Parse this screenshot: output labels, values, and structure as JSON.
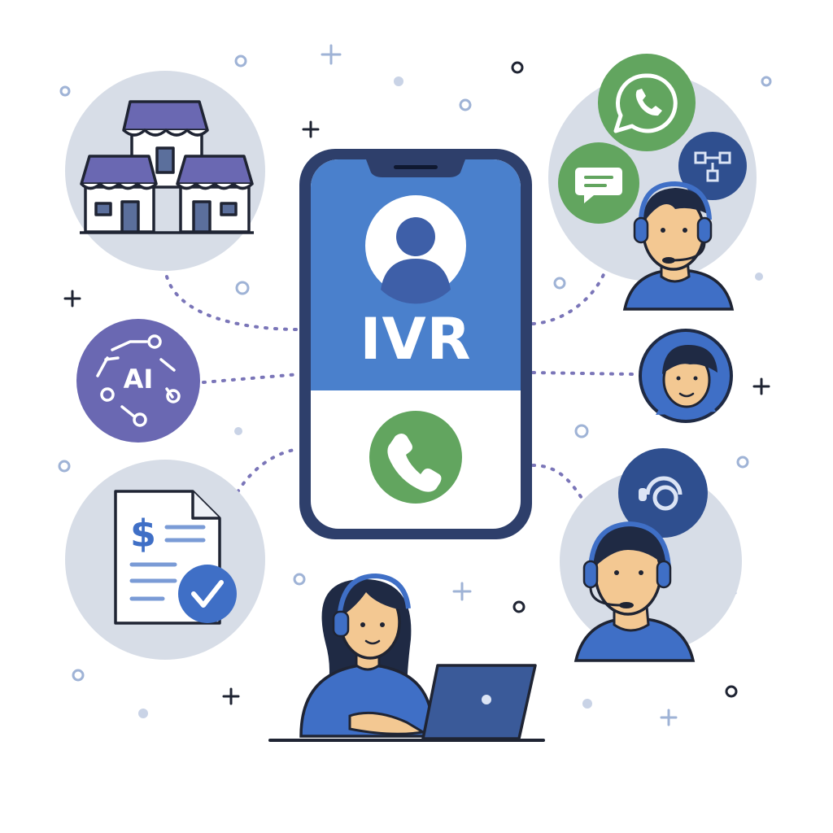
{
  "phone": {
    "label": "IVR",
    "screen_top_color": "#4a80cc",
    "screen_bottom_color": "#ffffff",
    "frame_color": "#2e3f6b",
    "icons": [
      "user-avatar-icon",
      "phone-call-icon"
    ]
  },
  "ai_node": {
    "label": "AI",
    "color": "#6a68b2"
  },
  "nodes": [
    {
      "name": "stores",
      "icon": "storefront-icon"
    },
    {
      "name": "ai",
      "icon": "ai-circuit-icon"
    },
    {
      "name": "invoice",
      "icon": "invoice-check-icon"
    },
    {
      "name": "messaging",
      "icons": [
        "whatsapp-icon",
        "chat-bubble-icon",
        "flow-chart-icon",
        "headset-agent-icon"
      ]
    },
    {
      "name": "agent-small",
      "icon": "headset-agent-icon"
    },
    {
      "name": "support",
      "icons": [
        "support-headset-icon",
        "headset-agent-icon"
      ]
    },
    {
      "name": "laptop-agent",
      "icon": "laptop-agent-icon"
    }
  ],
  "colors": {
    "blue": "#3f6fc6",
    "navy": "#2e3f6b",
    "green": "#62a55f",
    "purple": "#6a68b2",
    "gray_circle": "#d7dde7",
    "dots": "#7a75b8"
  }
}
